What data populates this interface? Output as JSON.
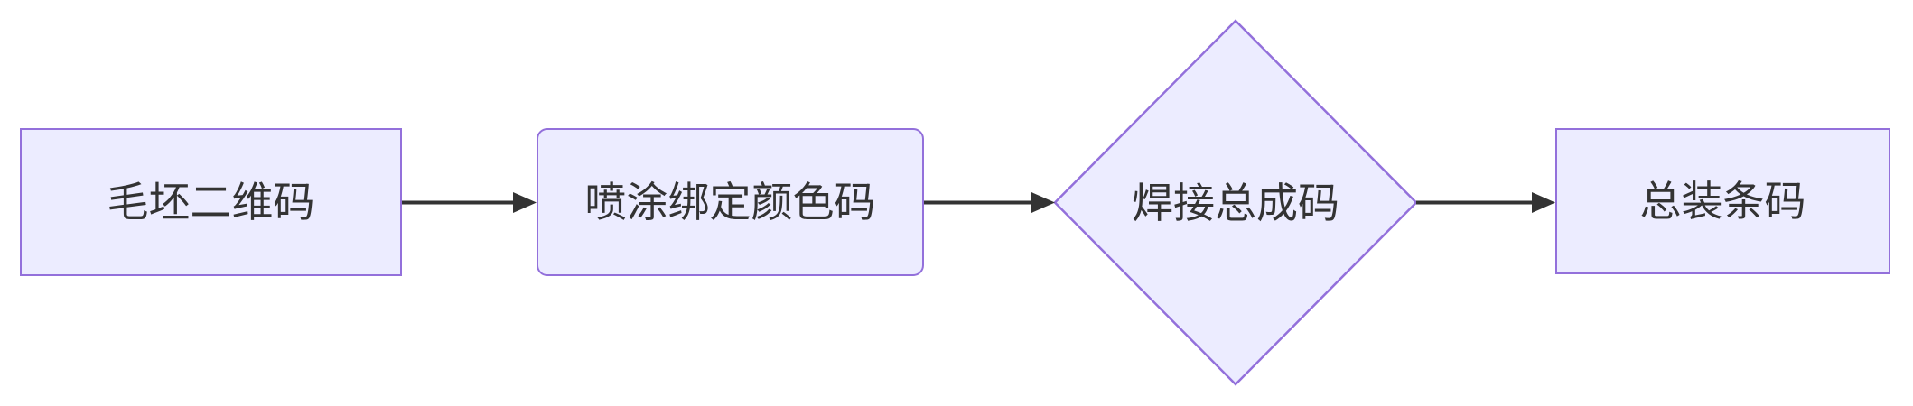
{
  "diagram": {
    "type": "flowchart",
    "direction": "left-to-right",
    "colors": {
      "background": "#ffffff",
      "node_fill": "#ECECFF",
      "node_border": "#9370DB",
      "text": "#333333",
      "arrow": "#333333"
    },
    "nodes": [
      {
        "id": "n1",
        "shape": "rectangle",
        "label": "毛坯二维码"
      },
      {
        "id": "n2",
        "shape": "rounded-rectangle",
        "label": "喷涂绑定颜色码"
      },
      {
        "id": "n3",
        "shape": "diamond",
        "label": "焊接总成码"
      },
      {
        "id": "n4",
        "shape": "rectangle",
        "label": "总装条码"
      }
    ],
    "edges": [
      {
        "from": "n1",
        "to": "n2",
        "label": ""
      },
      {
        "from": "n2",
        "to": "n3",
        "label": ""
      },
      {
        "from": "n3",
        "to": "n4",
        "label": ""
      }
    ]
  }
}
